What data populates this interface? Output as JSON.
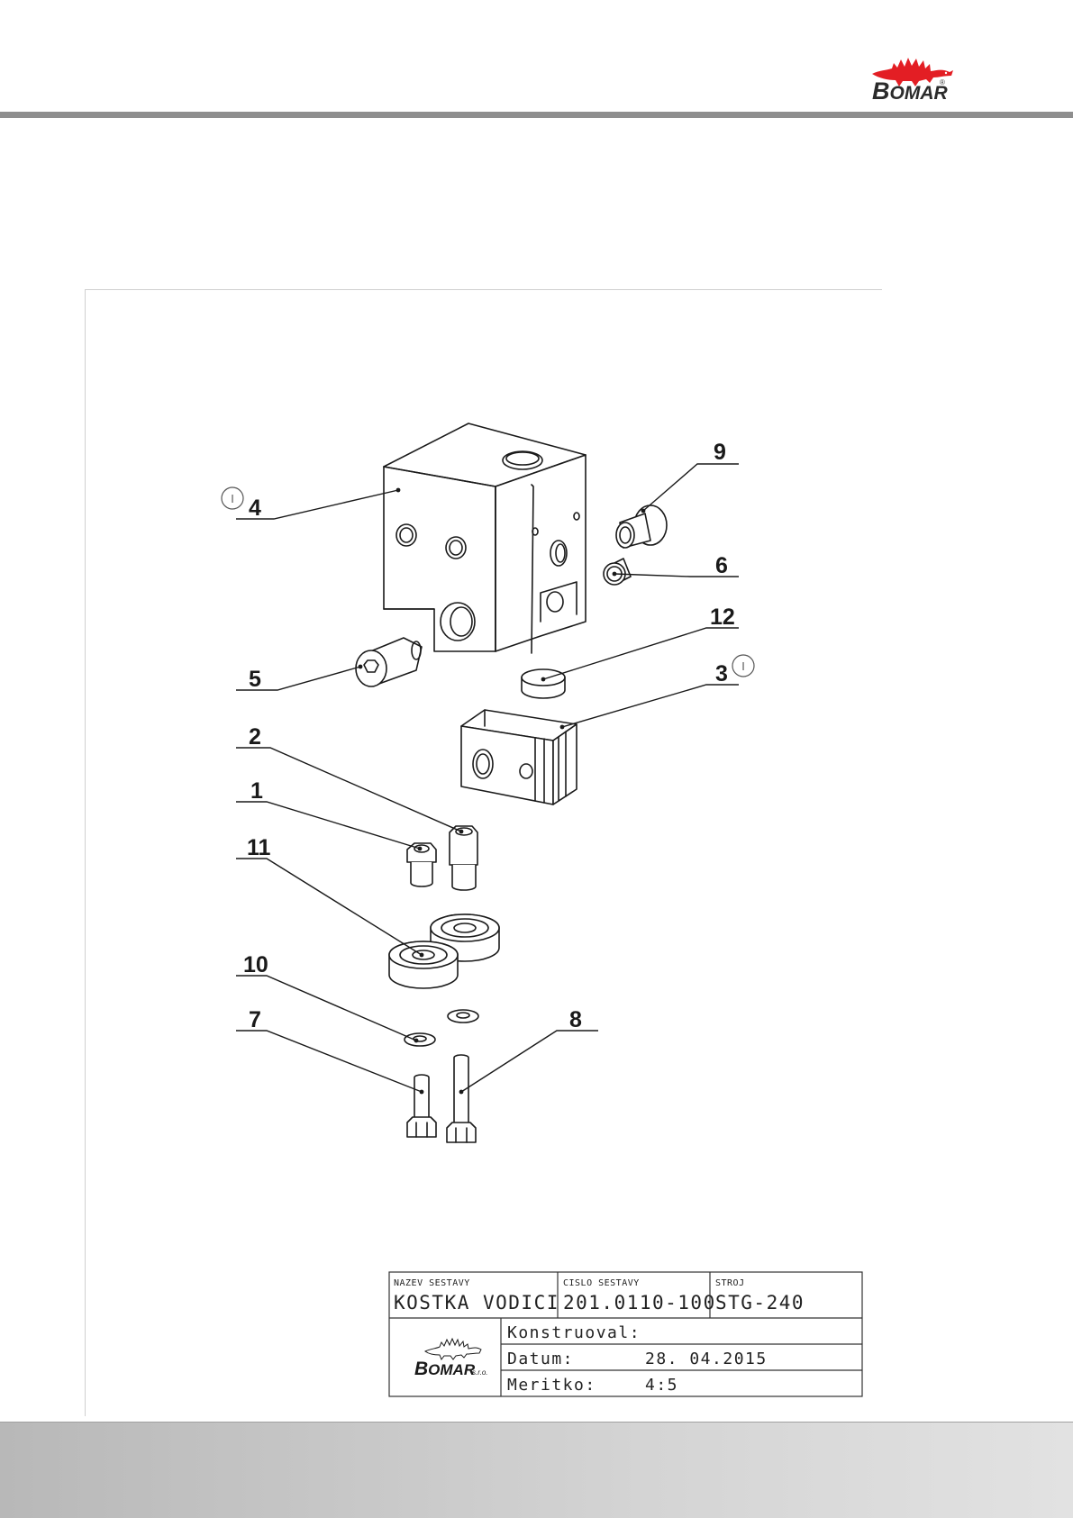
{
  "header": {
    "brand_first": "B",
    "brand_rest": "OMAR",
    "brand_reg": "®"
  },
  "callouts": [
    {
      "id": "c4",
      "label": "4"
    },
    {
      "id": "c9",
      "label": "9"
    },
    {
      "id": "c6",
      "label": "6"
    },
    {
      "id": "c12",
      "label": "12"
    },
    {
      "id": "c3",
      "label": "3"
    },
    {
      "id": "c5",
      "label": "5"
    },
    {
      "id": "c2",
      "label": "2"
    },
    {
      "id": "c1",
      "label": "1"
    },
    {
      "id": "c11",
      "label": "11"
    },
    {
      "id": "c10",
      "label": "10"
    },
    {
      "id": "c7",
      "label": "7"
    },
    {
      "id": "c8",
      "label": "8"
    }
  ],
  "revision_marks": [
    "I",
    "I"
  ],
  "title_block": {
    "assembly_name_label": "NAZEV SESTAVY",
    "assembly_name": "KOSTKA VODICI",
    "assembly_number_label": "CISLO SESTAVY",
    "assembly_number": "201.0110-100",
    "machine_label": "STROJ",
    "machine": "STG-240",
    "designer_label": "Konstruoval:",
    "designer_value": "",
    "date_label": "Datum:",
    "date_value": "28. 04.2015",
    "scale_label": "Meritko:",
    "scale_value": "4:5",
    "logo_first": "B",
    "logo_rest": "OMAR",
    "logo_suffix": "s.r.o."
  },
  "colors": {
    "brand_red": "#e31e24",
    "rule_gray": "#8e8e8e",
    "line": "#1a1a1a"
  }
}
